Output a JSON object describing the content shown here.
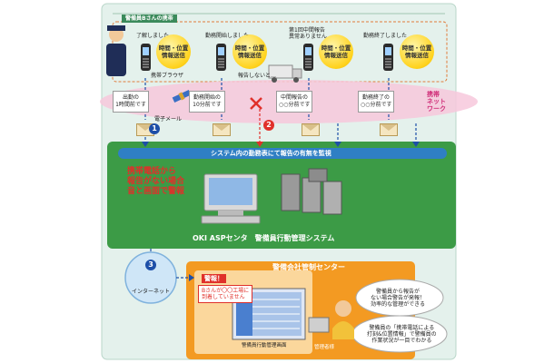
{
  "header": {
    "label": "警備員Bさんの携帯"
  },
  "steps": [
    {
      "status_text": "了解しました",
      "bubble": "時間・位置\n情報送信",
      "event_box": "出勤の\n1時間前です"
    },
    {
      "status_text": "勤務開始しました",
      "bubble": "時間・位置\n情報送信",
      "event_box": "勤務開始の\n10分前です"
    },
    {
      "status_text": "第1回中間報告\n異常ありません",
      "bubble": "時間・位置\n情報送信",
      "event_box": "中間報告の\n○○分前です"
    },
    {
      "status_text": "勤務終了しました",
      "bubble": "時間・位置\n情報送信",
      "event_box": "勤務終了の\n○○分前です"
    }
  ],
  "annotations": {
    "browser": "携帯ブラウザ",
    "no_report": "報告しないと…",
    "email": "電子メール",
    "mobile_network": "携帯\nネット\nワーク",
    "internet": "インターネット"
  },
  "numbers": {
    "n1": "1",
    "n2": "2",
    "n3": "3"
  },
  "system_band": {
    "text": "システム内の勤務表にて報告の有無を監視"
  },
  "alert_callout": {
    "text": "携帯電話から\n報告がない場合\n音と画面で警報"
  },
  "system_label": {
    "text": "OKI ASPセンタ　警備員行動管理システム"
  },
  "center": {
    "title": "警備会社管制センター",
    "alarm_title": "警報！",
    "alarm_message": "Bさんが〇〇工場に\n到着していません",
    "screen_caption": "警備員行動管理画面",
    "operator_label": "管理者様",
    "speech1": "警備員から報告が\nない場合警告が発報！\n効率的な管理ができる",
    "speech2": "警備員の「携帯電話による\n打刻&位置情報」で警備員の\n作業状況が一目でわかる"
  },
  "colors": {
    "frame_bg": "#d6ebe3",
    "network_band": "#f7c8dc",
    "system_green": "#3c9b46",
    "center_orange": "#f39a22",
    "bubble_yellow": "#ffd21c",
    "accent_blue": "#1d4fa8",
    "alert_red": "#e0302a"
  }
}
